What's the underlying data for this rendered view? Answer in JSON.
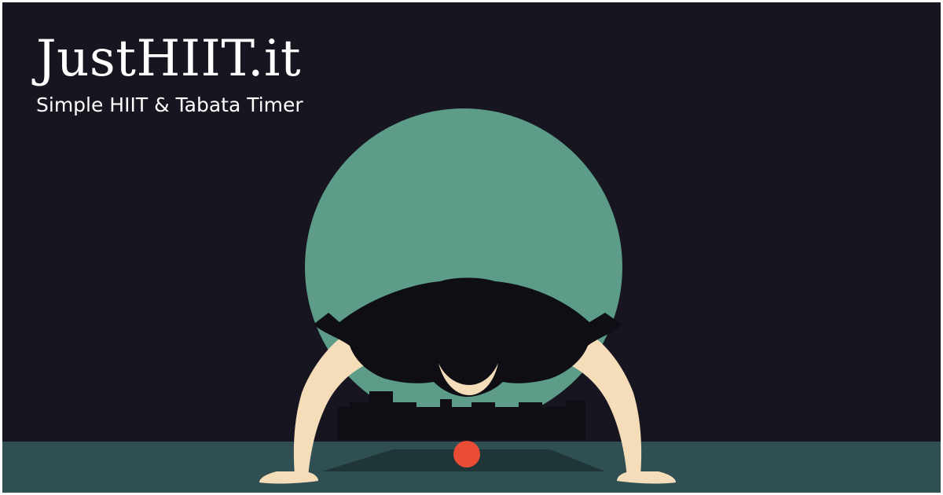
{
  "brand": {
    "title": "JustHIIT.it",
    "subtitle": "Simple HIIT & Tabata Timer"
  },
  "illustration": {
    "subject": "person-doing-pushup",
    "colors": {
      "background": "#17151f",
      "circle": "#5c9c88",
      "floor": "#2f4f52",
      "skin": "#f6ddba",
      "silhouette": "#0f0e15",
      "dot": "#ea4c35"
    }
  }
}
